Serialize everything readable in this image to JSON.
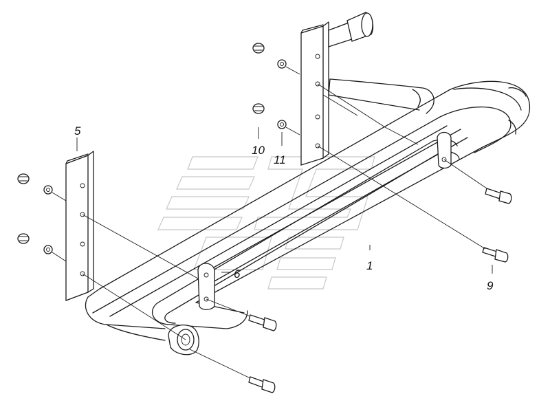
{
  "callouts": {
    "c1": "1",
    "c5": "5",
    "c6": "6",
    "c9": "9",
    "c10": "10",
    "c11": "11"
  },
  "colors": {
    "line": "#1a1a1a",
    "watermark": "#9a9a9a",
    "background": "#ffffff"
  },
  "icons": {
    "watermark": "kamaz-logo-watermark"
  }
}
